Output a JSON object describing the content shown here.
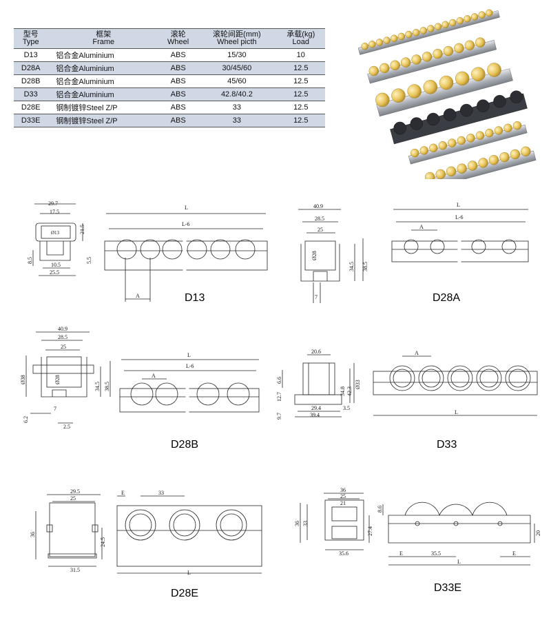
{
  "table": {
    "headers": [
      {
        "cn": "型号",
        "en": "Type"
      },
      {
        "cn": "框架",
        "en": "Frame"
      },
      {
        "cn": "滚轮",
        "en": "Wheel"
      },
      {
        "cn": "滚轮间距(mm)",
        "en": "Wheel picth"
      },
      {
        "cn": "承载(kg)",
        "en": "Load"
      }
    ],
    "rows": [
      {
        "type": "D13",
        "frame": "铝合金Aluminium",
        "wheel": "ABS",
        "pitch": "15/30",
        "load": "10"
      },
      {
        "type": "D28A",
        "frame": "铝合金Aluminium",
        "wheel": "ABS",
        "pitch": "30/45/60",
        "load": "12.5"
      },
      {
        "type": "D28B",
        "frame": "铝合金Aluminium",
        "wheel": "ABS",
        "pitch": "45/60",
        "load": "12.5"
      },
      {
        "type": "D33",
        "frame": "铝合金Aluminium",
        "wheel": "ABS",
        "pitch": "42.8/40.2",
        "load": "12.5"
      },
      {
        "type": "D28E",
        "frame": "钢制镀锌Steel Z/P",
        "wheel": "ABS",
        "pitch": "33",
        "load": "12.5"
      },
      {
        "type": "D33E",
        "frame": "钢制镀锌Steel Z/P",
        "wheel": "ABS",
        "pitch": "33",
        "load": "12.5"
      }
    ]
  },
  "colors": {
    "table_header_bg": "#d0d8e6",
    "roller_yellow": "#e8c45a",
    "rail_aluminium": "#b9bcc2"
  },
  "drawings": {
    "d13": {
      "caption": "D13",
      "dims": {
        "w1": "29.7",
        "w2": "17.5",
        "d": "Ø13",
        "h1": "21.5",
        "h2": "8.5",
        "h3": "5.5",
        "w3": "10.5",
        "w4": "25.5",
        "L": "L",
        "L6": "L-6",
        "A": "A"
      }
    },
    "d28a": {
      "caption": "D28A",
      "dims": {
        "w1": "40.9",
        "w2": "28.5",
        "w3": "25",
        "d": "Ø28",
        "h1": "34.5",
        "h2": "38.5",
        "w4": "7",
        "L": "L",
        "L6": "L-6",
        "A": "A"
      }
    },
    "d28b": {
      "caption": "D28B",
      "dims": {
        "w1": "40.9",
        "w2": "28.5",
        "w3": "25",
        "d1": "Ø38",
        "d2": "Ø28",
        "h1": "34.5",
        "h2": "38.5",
        "w4": "7",
        "h3": "6.2",
        "w5": "2.5",
        "L": "L",
        "L6": "L-6",
        "A": "A"
      }
    },
    "d33": {
      "caption": "D33",
      "dims": {
        "w1": "20.6",
        "h1": "6.6",
        "h2": "12.7",
        "h3": "9.7",
        "h4": "34.8",
        "h5": "42.3",
        "d": "Ø33",
        "w2": "29.4",
        "w3": "39.4",
        "w4": "3.5",
        "L": "L",
        "A": "A"
      }
    },
    "d28e": {
      "caption": "D28E",
      "dims": {
        "w1": "29.5",
        "w2": "25",
        "h1": "36",
        "h2": "24.5",
        "w3": "31.5",
        "E": "E",
        "P": "33",
        "L": "L"
      }
    },
    "d33e": {
      "caption": "D33E",
      "dims": {
        "w1": "36",
        "w2": "25",
        "w3": "21",
        "h1": "36",
        "h2": "33",
        "h3": "27.4",
        "w4": "35.6",
        "h4": "8.6",
        "h5": "20",
        "E1": "E",
        "P": "35.5",
        "E2": "E",
        "L": "L"
      }
    }
  }
}
